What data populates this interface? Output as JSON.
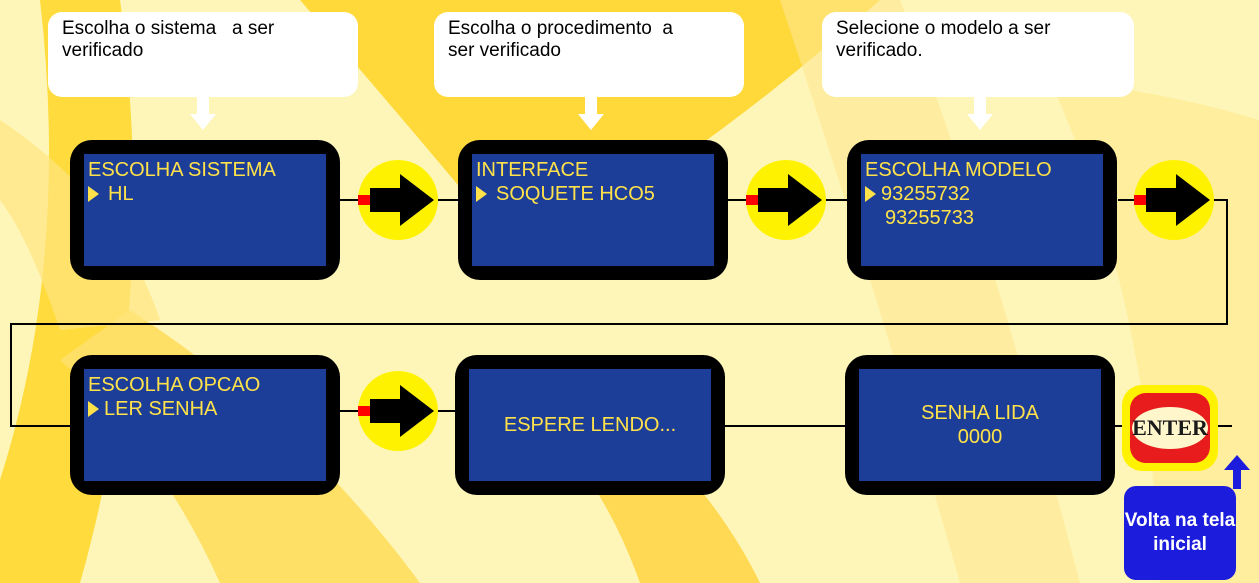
{
  "colors": {
    "background": "#fdf6b8",
    "rays": "#ffdb3d",
    "lcd_bg": "#1d3e98",
    "lcd_text": "#ffe24a",
    "arrow_circle": "#fff200",
    "arrow_red": "#ff0000",
    "enter_red": "#e81c1c",
    "back_button": "#1c1cdc"
  },
  "callouts": [
    {
      "text": "Escolha o sistema   a ser\nverificado"
    },
    {
      "text": "Escolha o procedimento  a\nser verificado"
    },
    {
      "text": "Selecione o modelo a ser\nverificado."
    }
  ],
  "screens": [
    {
      "title": "ESCOLHA SISTEMA",
      "selected": "HL"
    },
    {
      "title": "INTERFACE",
      "selected": "SOQUETE HCO5"
    },
    {
      "title": "ESCOLHA MODELO",
      "selected": "93255732",
      "other": "93255733"
    },
    {
      "title": "ESCOLHA OPCAO",
      "selected": "LER SENHA"
    },
    {
      "message": "ESPERE LENDO..."
    },
    {
      "title": "SENHA LIDA",
      "value": "0000"
    }
  ],
  "enter_key": {
    "label": "ENTER"
  },
  "back_note": {
    "text": "Volta na tela\ninicial"
  },
  "icons": {
    "next": "arrow-right-icon",
    "hint": "arrow-down-icon",
    "selector": "triangle-right-icon",
    "back": "arrow-up-icon"
  }
}
